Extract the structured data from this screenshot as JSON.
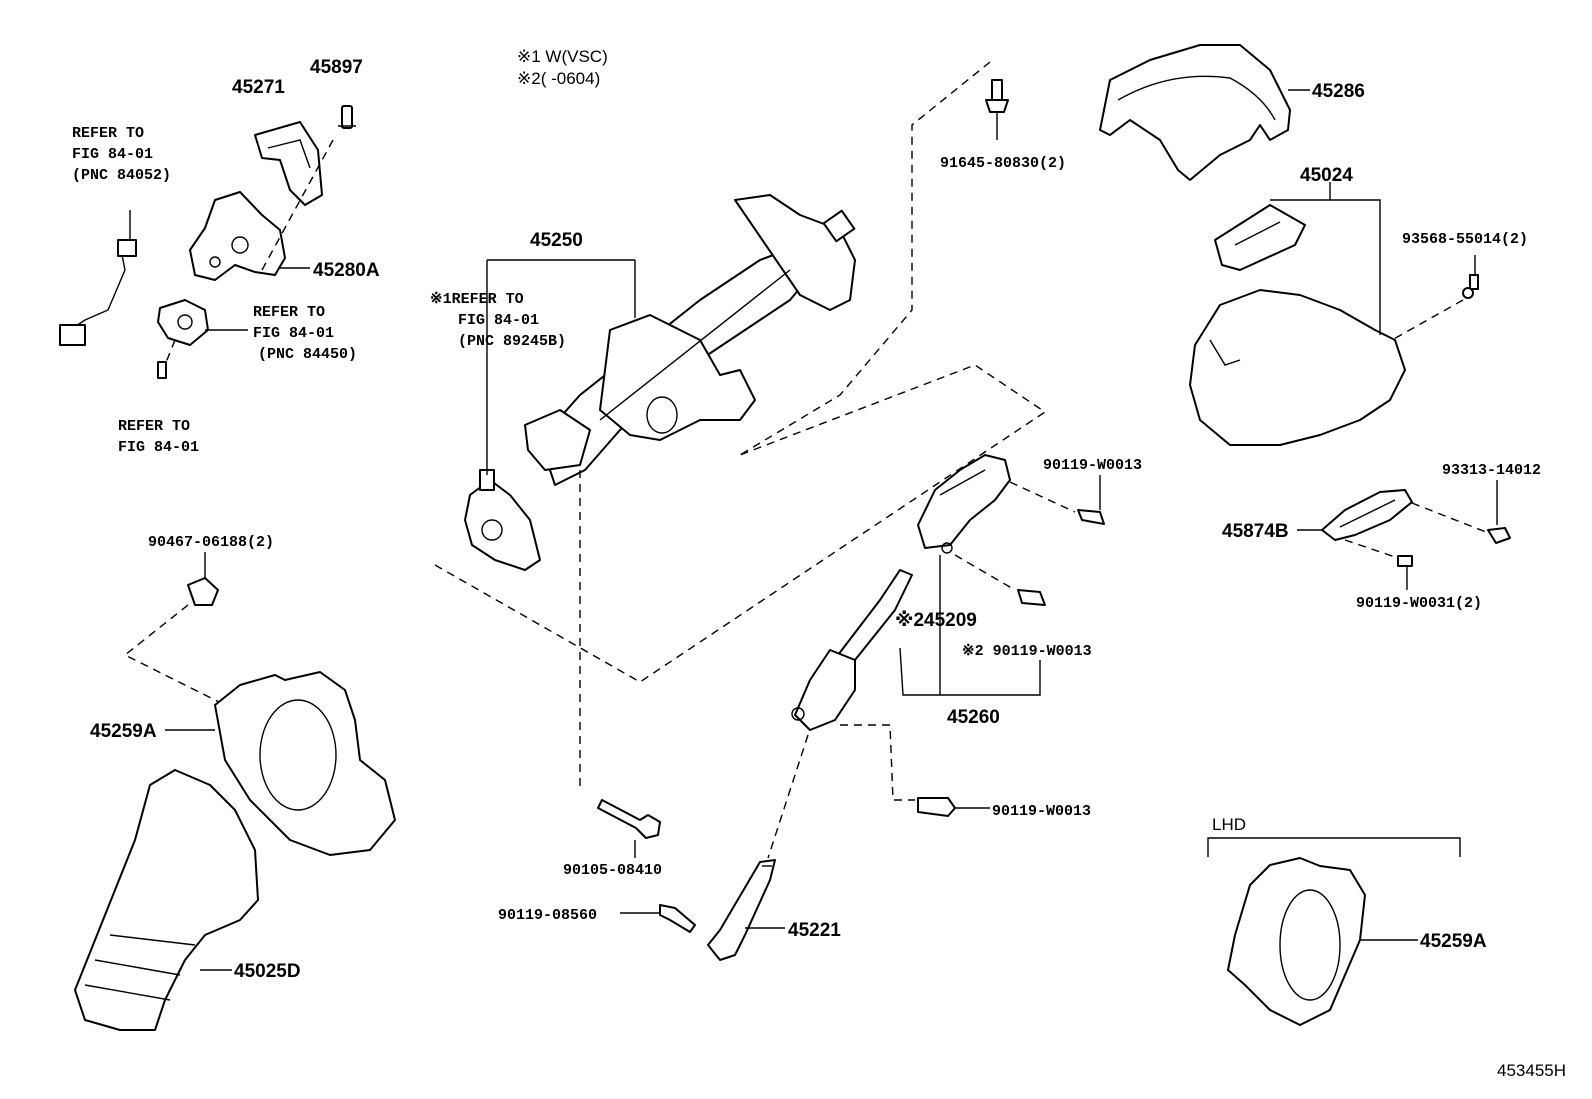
{
  "notes": {
    "variant1": "※1 W(VSC)",
    "variant2": "※2(     -0604)",
    "lhd": "LHD",
    "figure_id": "453455H"
  },
  "parts": {
    "p45271": "45271",
    "p45897": "45897",
    "p45280A": "45280A",
    "p45250": "45250",
    "p45286": "45286",
    "p45024": "45024",
    "p91645": "91645-80830(2)",
    "p93568": "93568-55014(2)",
    "p93313": "93313-14012",
    "p45874B": "45874B",
    "p90119_w0031": "90119-W0031(2)",
    "p90119_w0013_a": "90119-W0013",
    "p45209": "※245209",
    "p90119_w0013_b": "※2 90119-W0013",
    "p45260": "45260",
    "p90119_w0013_c": "90119-W0013",
    "p90467": "90467-06188(2)",
    "p45259A_left": "45259A",
    "p45025D": "45025D",
    "p90105": "90105-08410",
    "p90119_08560": "90119-08560",
    "p45221": "45221",
    "p45259A_right": "45259A"
  },
  "refs": {
    "ref1": [
      "REFER TO",
      "FIG 84-01",
      "(PNC 84052)"
    ],
    "ref2": [
      "REFER TO",
      "FIG 84-01",
      "(PNC 84450)"
    ],
    "ref3": [
      "REFER TO",
      "FIG 84-01"
    ],
    "ref4": [
      "※1REFER TO",
      "FIG 84-01",
      "(PNC 89245B)"
    ]
  }
}
